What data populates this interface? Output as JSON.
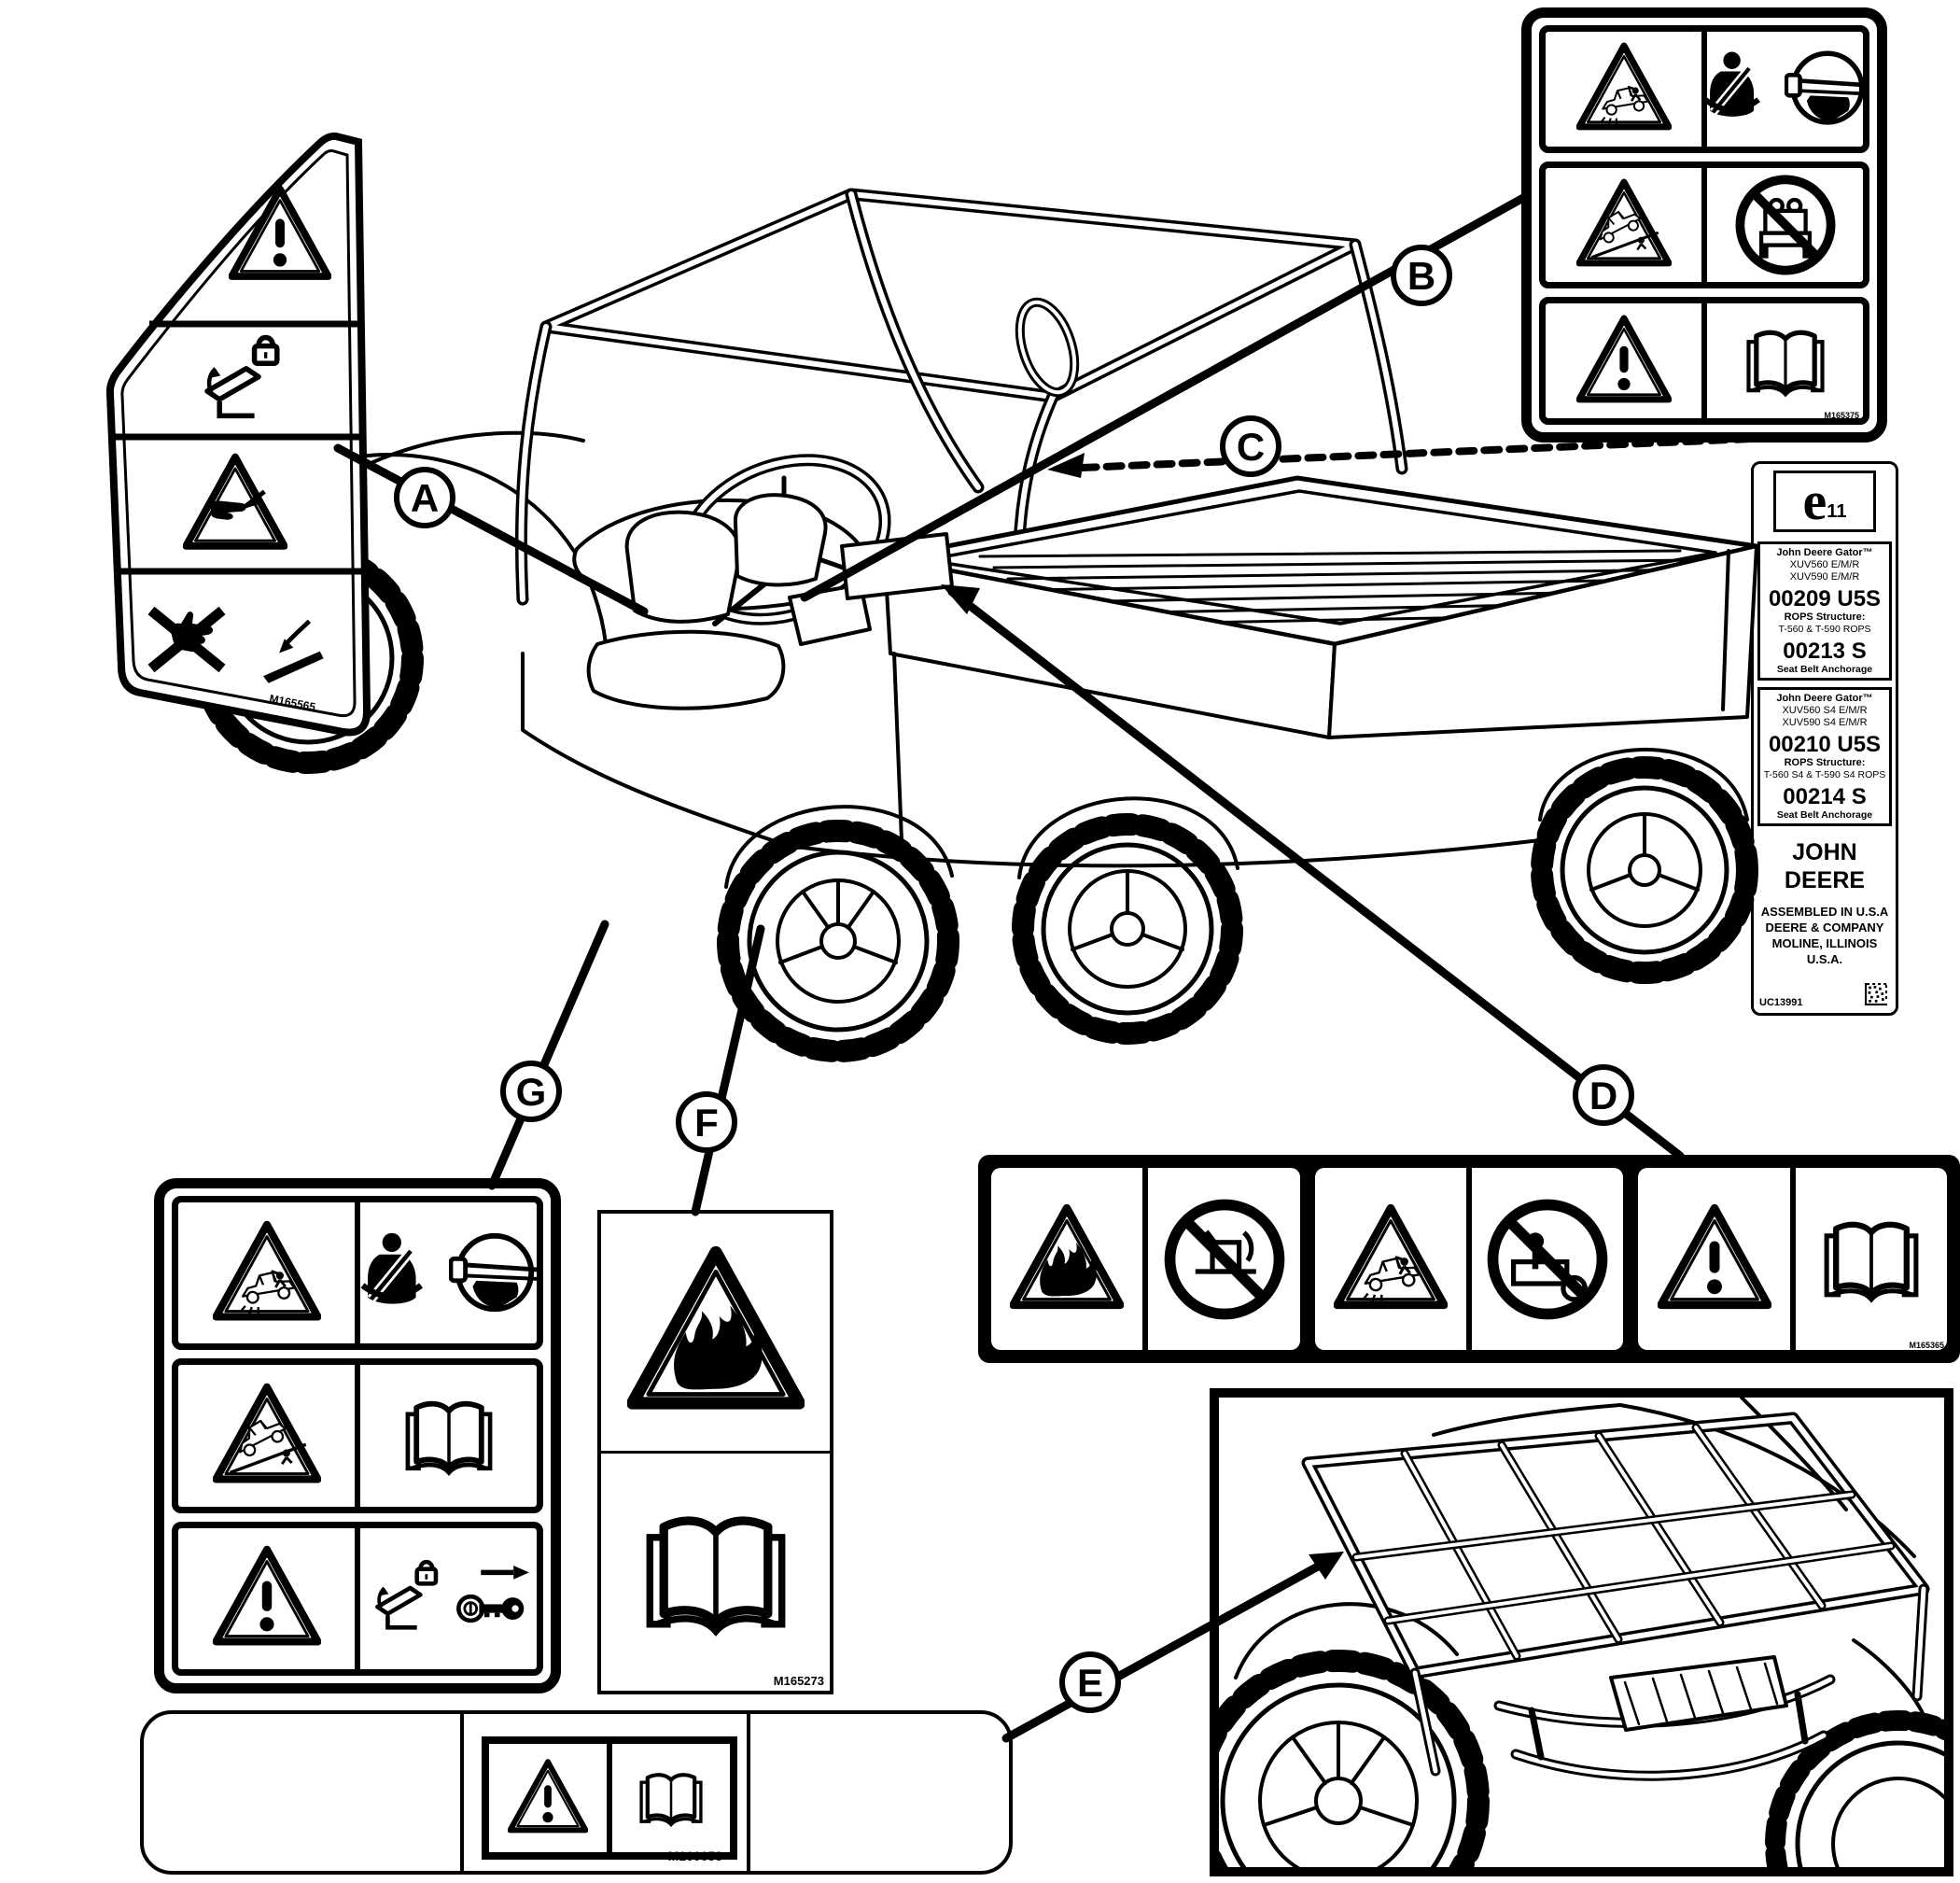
{
  "callouts": {
    "a": "A",
    "b": "B",
    "c": "C",
    "d": "D",
    "e": "E",
    "f": "F",
    "g": "G"
  },
  "codes": {
    "label_a": "M165565",
    "label_b": "M165375",
    "label_d": "M165365",
    "label_f": "M165273",
    "label_bottom": "M160658"
  },
  "cert": {
    "e_mark": "e",
    "e_sub": "11",
    "s1_brand": "John Deere Gator™",
    "s1_model1": "XUV560 E/M/R",
    "s1_model2": "XUV590 E/M/R",
    "s1_num1": "00209 U5S",
    "s1_rops_title": "ROPS Structure:",
    "s1_rops": "T-560 & T-590 ROPS",
    "s1_num2": "00213 S",
    "s1_belt": "Seat Belt Anchorage",
    "s2_brand": "John Deere Gator™",
    "s2_model1": "XUV560 S4 E/M/R",
    "s2_model2": "XUV590 S4 E/M/R",
    "s2_num1": "00210 U5S",
    "s2_rops_title": "ROPS Structure:",
    "s2_rops": "T-560 S4 & T-590 S4 ROPS",
    "s2_num2": "00214 S",
    "s2_belt": "Seat Belt Anchorage",
    "brand_big": "JOHN DEERE",
    "asm1": "ASSEMBLED IN U.S.A",
    "asm2": "DEERE & COMPANY",
    "asm3": "MOLINE, ILLINOIS",
    "asm4": "U.S.A.",
    "code": "UC13991"
  }
}
